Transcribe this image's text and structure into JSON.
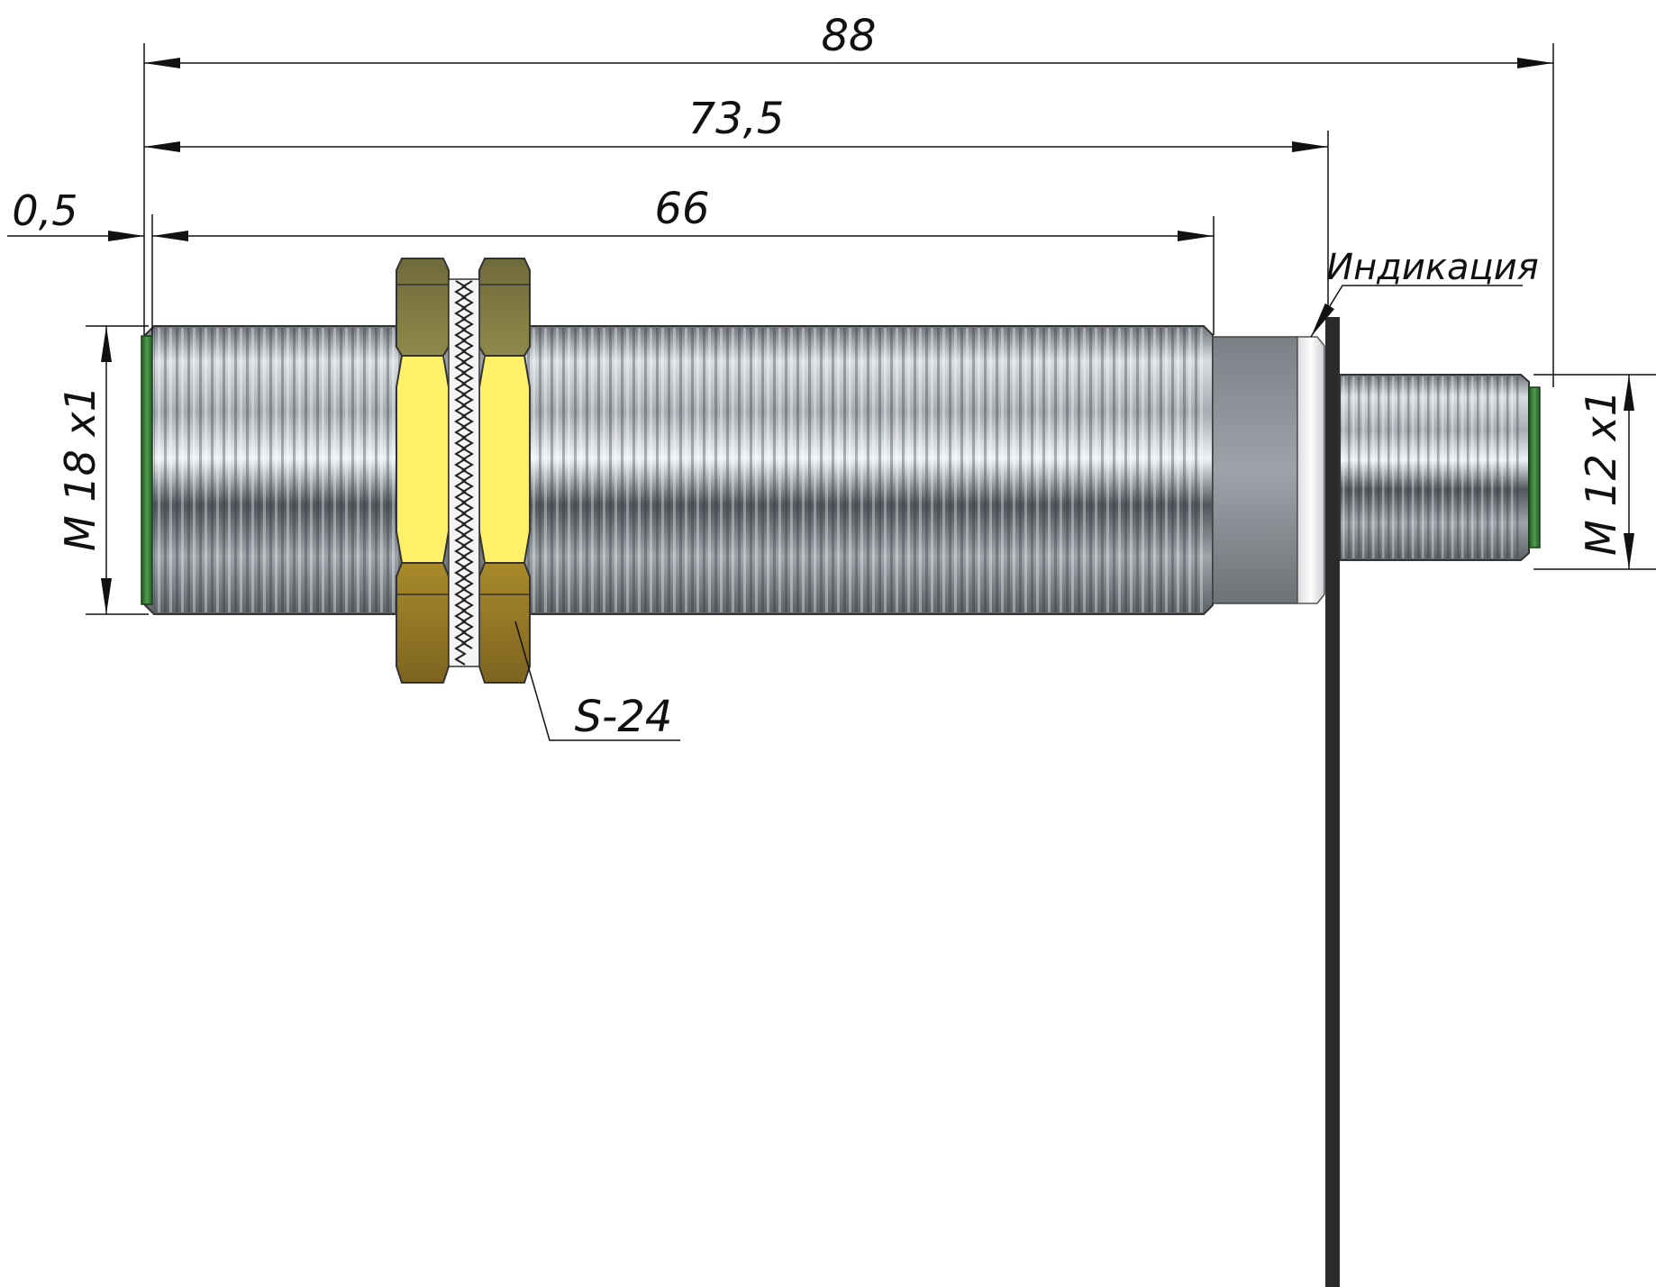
{
  "dimensions": {
    "overall_length": "88",
    "length_to_indicator": "73,5",
    "thread_length": "66",
    "offset": "0,5",
    "main_thread": "M 18 x1",
    "connector_thread": "M 12 x1",
    "nut_size": "S-24",
    "indicator_label": "Индикация"
  },
  "colors": {
    "body_metal": "#9aa0a6",
    "nut_brass": "#c9a63a",
    "nut_yellow": "#fff06a",
    "front_face_green": "#2f7a2f",
    "cable": "#2b2b2b"
  }
}
